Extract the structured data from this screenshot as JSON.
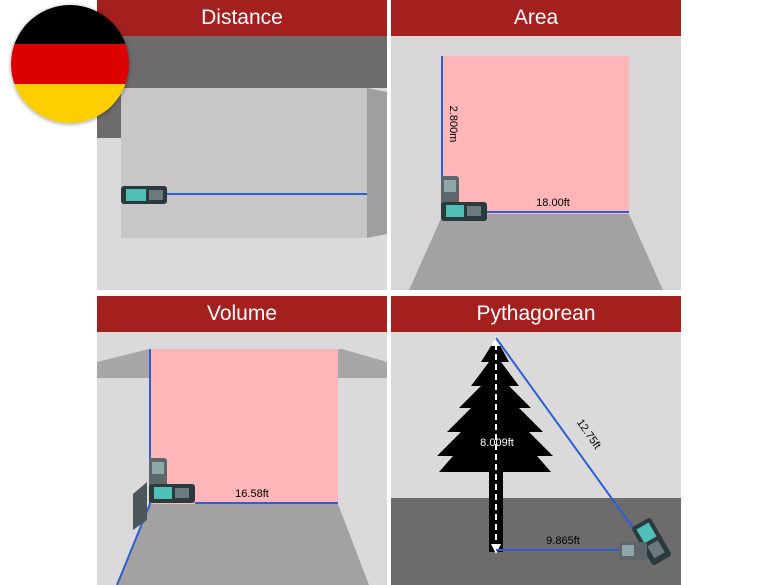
{
  "colors": {
    "header_bg": "#a3201f",
    "header_text": "#ffffff",
    "measure_line": "#2a5fd6",
    "highlight_area": "#ffb6b8",
    "wall": "#d9d6d8",
    "floor": "#9a9799",
    "dark_ground": "#6d6b6c",
    "tree": "#000000"
  },
  "flag": {
    "icon": "germany-flag-icon",
    "stripes": [
      "#000000",
      "#dd0000",
      "#ffce00"
    ]
  },
  "panels": [
    {
      "title": "Distance",
      "measurement": ""
    },
    {
      "title": "Area",
      "measurement": "18.00ft",
      "measurement_2": "2.800m"
    },
    {
      "title": "Volume",
      "measurement": "16.58ft"
    },
    {
      "title": "Pythagorean",
      "measurement": "9.865ft",
      "measurement_2": "8.009ft",
      "measurement_3": "12.75ft"
    }
  ]
}
